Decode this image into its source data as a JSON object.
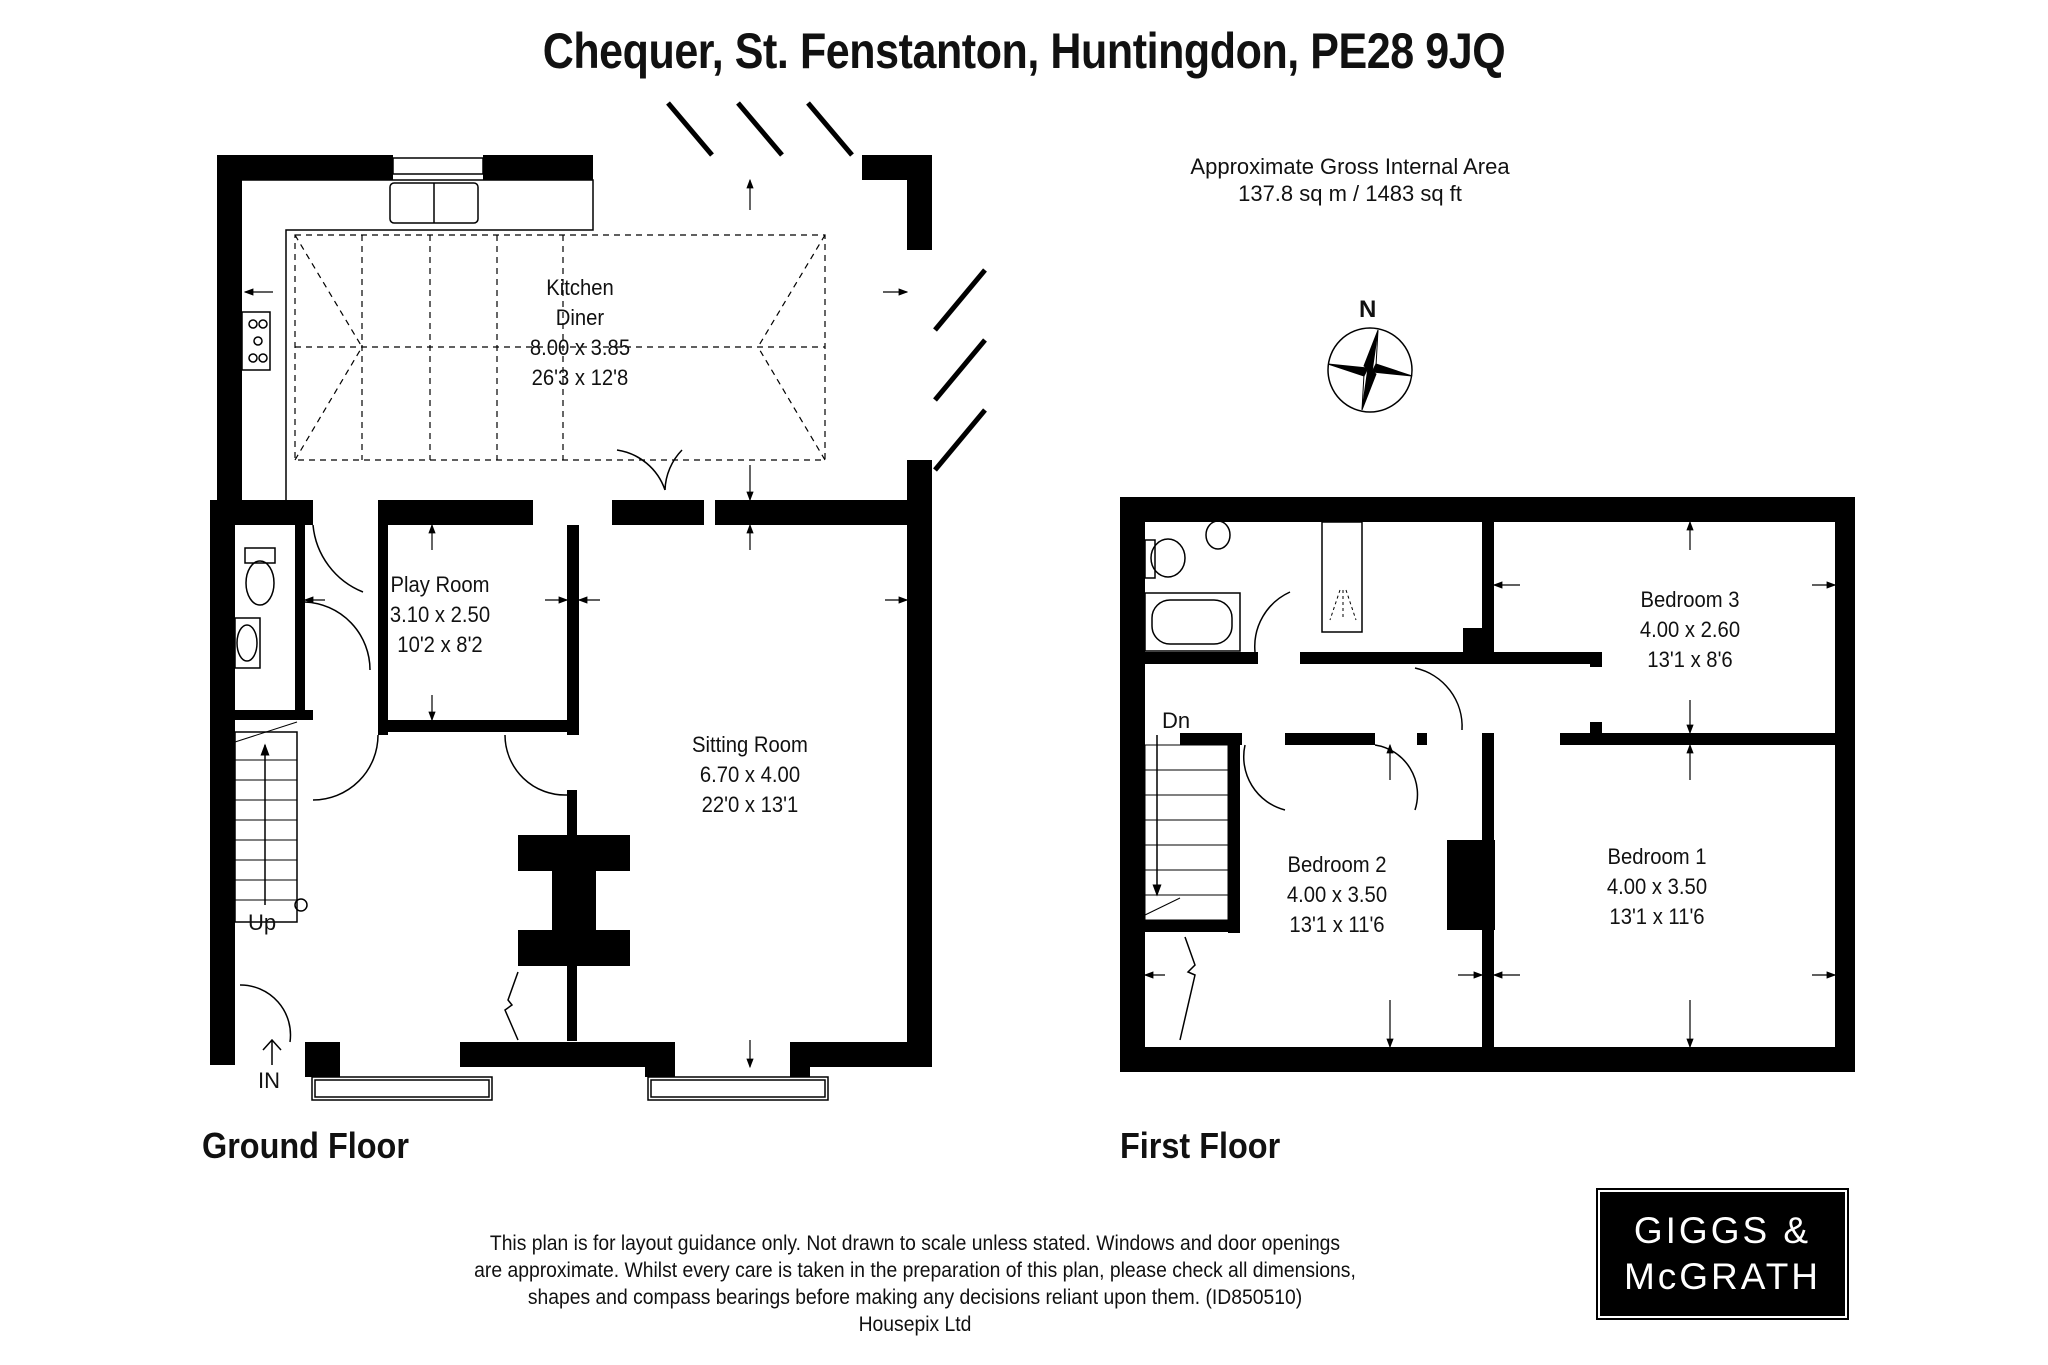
{
  "title": "Chequer, St. Fenstanton, Huntingdon, PE28 9JQ",
  "area": {
    "heading": "Approximate Gross Internal Area",
    "value": "137.8 sq m / 1483 sq ft"
  },
  "compass": {
    "label": "N",
    "icon": "compass-rose-icon"
  },
  "ground_floor": {
    "label": "Ground Floor",
    "rooms": [
      {
        "name": "Kitchen",
        "name2": "Diner",
        "metric": "8.00 x 3.85",
        "imperial": "26'3 x 12'8"
      },
      {
        "name": "Play Room",
        "metric": "3.10 x 2.50",
        "imperial": "10'2 x 8'2"
      },
      {
        "name": "Sitting Room",
        "metric": "6.70 x 4.00",
        "imperial": "22'0 x 13'1"
      }
    ],
    "stairs_label": "Up",
    "entrance_label": "IN"
  },
  "first_floor": {
    "label": "First Floor",
    "rooms": [
      {
        "name": "Bedroom 3",
        "metric": "4.00 x 2.60",
        "imperial": "13'1 x 8'6"
      },
      {
        "name": "Bedroom 2",
        "metric": "4.00 x 3.50",
        "imperial": "13'1 x 11'6"
      },
      {
        "name": "Bedroom 1",
        "metric": "4.00 x 3.50",
        "imperial": "13'1 x 11'6"
      }
    ],
    "stairs_label": "Dn"
  },
  "disclaimer": {
    "line1": "This plan is for layout guidance only. Not drawn to scale unless stated. Windows and door openings",
    "line2": "are approximate. Whilst every care is taken in the preparation of this plan, please check all dimensions,",
    "line3": "shapes and compass bearings before making any decisions reliant upon them. (ID850510)",
    "line4": "Housepix Ltd"
  },
  "logo": {
    "line1": "GIGGS &",
    "line2": "McGRATH"
  }
}
